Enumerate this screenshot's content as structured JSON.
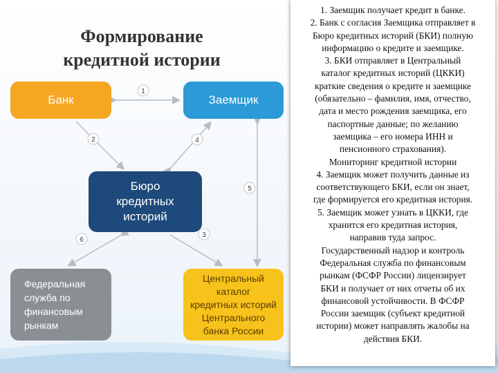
{
  "title": {
    "lines": [
      "Формирование",
      "кредитной истории"
    ]
  },
  "diagram": {
    "boxes": {
      "bank": {
        "lines": [
          "Банк"
        ],
        "color": "#f5a623"
      },
      "borrower": {
        "lines": [
          "Заемщик"
        ],
        "color": "#2b9ad6"
      },
      "bki": {
        "lines": [
          "Бюро",
          "кредитных",
          "историй"
        ],
        "color": "#1d4a7a"
      },
      "fsfr": {
        "lines": [
          "Федеральная",
          "служба по",
          "финансовым",
          "рынкам"
        ],
        "color": "#8a8f94"
      },
      "ckki": {
        "lines": [
          "Центральный",
          "каталог",
          "кредитных историй",
          "Центрального",
          "банка России"
        ],
        "color": "#f7c21b"
      }
    },
    "arrow_labels": [
      "1",
      "2",
      "3",
      "4",
      "5",
      "6"
    ]
  },
  "text_panel": {
    "lines": [
      "1. Заемщик получает кредит в банке.",
      "2. Банк с согласия Заемщика отправляет в",
      "Бюро кредитных историй (БКИ) полную",
      "информацию о кредите и заемщике.",
      "3. БКИ отправляет в Центральный",
      "каталог кредитных историй (ЦККИ)",
      "краткие сведения о кредите и заемщике",
      "(обязательно – фамилия, имя, отчество,",
      "дата и место рождения заемщика, его",
      "паспортные данные; по желанию",
      "заемщика – его номера ИНН и",
      "пенсионного страхования).",
      "Мониторинг кредитной истории",
      "4. Заемщик может получить данные из",
      "соответствующего БКИ, если он знает,",
      "где формируется его кредитная история.",
      "5. Заемщик может узнать в ЦККИ, где",
      "хранится его кредитная история,",
      "направив туда запрос.",
      "Государственный надзор и контроль",
      "Федеральная служба по финансовым",
      "рынкам (ФСФР России) лицензирует",
      "БКИ и получает от них отчеты об их",
      "финансовой устойчивости. В ФСФР",
      "России заемщик (субъект кредитной",
      "истории) может направлять жалобы на",
      "действия БКИ."
    ]
  }
}
